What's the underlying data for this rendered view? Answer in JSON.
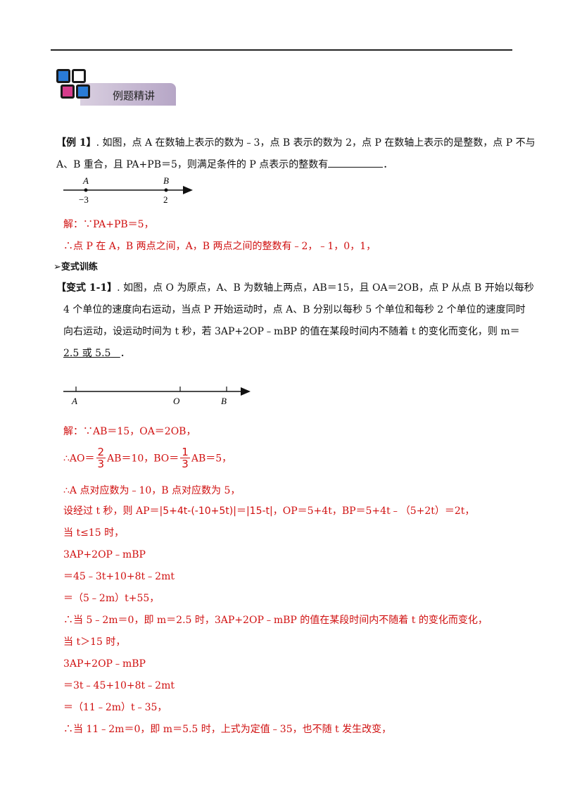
{
  "section_title": "例题精讲",
  "example1": {
    "tag": "【例 1】",
    "line1": ". 如图，点 A 在数轴上表示的数为﹣3，点 B 表示的数为 2，点 P 在数轴上表示的是整数，点 P 不与",
    "line2_pre": "A、B 重合，且 PA+PB＝5，则满足条件的 P 点表示的整数有",
    "line2_post": "．",
    "axis": {
      "label_a": "A",
      "label_b": "B",
      "val_a": "−3",
      "val_b": "2"
    },
    "sol1": "解：∵PA+PB＝5，",
    "sol2": "∴点 P 在 A，B 两点之间，A，B 两点之间的整数有﹣2，﹣1，0，1，"
  },
  "variant_heading": "变式训练",
  "variant": {
    "tag": "【变式 1-1】",
    "line1": ". 如图，点 O 为原点，A、B 为数轴上两点，AB＝15，且 OA＝2OB，点 P 从点 B 开始以每秒",
    "line2": "4 个单位的速度向右运动，当点 P 开始运动时，点 A、B 分别以每秒 5 个单位和每秒 2 个单位的速度同时",
    "line3": "向右运动，设运动时间为 t 秒，若 3AP+2OP﹣mBP 的值在某段时间内不随着 t 的变化而变化，则 m＝",
    "answer": "2.5 或 5.5",
    "answer_post": "．",
    "axis": {
      "label_a": "A",
      "label_o": "O",
      "label_b": "B"
    },
    "s1": "解：∵AB＝15，OA＝2OB，",
    "s2_pre": "∴AO＝",
    "frac1": {
      "num": "2",
      "den": "3"
    },
    "s2_mid": "AB＝10，BO＝",
    "frac2": {
      "num": "1",
      "den": "3"
    },
    "s2_post": "AB＝5，",
    "s3": "∴A 点对应数为﹣10，B 点对应数为 5，",
    "s4_pre": "设经过 t 秒，则 AP＝",
    "s4_abs1": "|5+4t-(-10+5t)|",
    "s4_eq": "＝",
    "s4_abs2": "|15-t|",
    "s4_post": "，OP＝5+4t，BP＝5+4t﹣（5+2t）＝2t，",
    "s5": "当 t≤15 时，",
    "s6": "3AP+2OP﹣mBP",
    "s7": "＝45﹣3t+10+8t﹣2mt",
    "s8": "＝（5﹣2m）t+55，",
    "s9": "∴当 5﹣2m＝0，即 m＝2.5 时，3AP+2OP﹣mBP 的值在某段时间内不随着 t 的变化而变化，",
    "s10": "当 t＞15 时，",
    "s11": "3AP+2OP﹣mBP",
    "s12": "＝3t﹣45+10+8t﹣2mt",
    "s13": "＝（11﹣2m）t﹣35，",
    "s14": "∴当 11﹣2m＝0，即 m＝5.5 时，上式为定值﹣35，也不随 t 发生改变，"
  },
  "colors": {
    "solution": "#d01010",
    "banner": "#c0b0cf"
  }
}
